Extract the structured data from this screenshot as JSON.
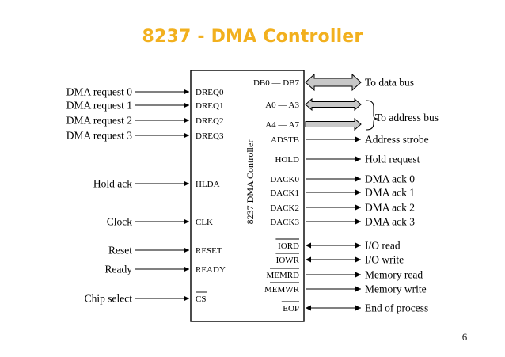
{
  "slide": {
    "title": "8237 -  DMA  Controller",
    "page_number": "6"
  },
  "chip": {
    "name": "8237 DMA Controller"
  },
  "left_signals": [
    {
      "label": "DMA request 0",
      "pin": "DREQ0",
      "overbar": false
    },
    {
      "label": "DMA request 1",
      "pin": "DREQ1",
      "overbar": false
    },
    {
      "label": "DMA request 2",
      "pin": "DREQ2",
      "overbar": false
    },
    {
      "label": "DMA request 3",
      "pin": "DREQ3",
      "overbar": false
    },
    {
      "label": "Hold ack",
      "pin": "HLDA",
      "overbar": false
    },
    {
      "label": "Clock",
      "pin": "CLK",
      "overbar": false
    },
    {
      "label": "Reset",
      "pin": "RESET",
      "overbar": false
    },
    {
      "label": "Ready",
      "pin": "READY",
      "overbar": false
    },
    {
      "label": "Chip select",
      "pin": "CS",
      "overbar": true
    }
  ],
  "right_signals": [
    {
      "pin": "DB0 — DB7",
      "label": "To data bus",
      "arrow": "bus-bidirectional",
      "overbar": false
    },
    {
      "pin": "A0 — A3",
      "label": "",
      "arrow": "bus-bidirectional",
      "overbar": false
    },
    {
      "pin": "A4 — A7",
      "label": "",
      "arrow": "bus-out",
      "overbar": false
    },
    {
      "pin": "ADSTB",
      "label": "Address strobe",
      "arrow": "out",
      "overbar": false
    },
    {
      "pin": "HOLD",
      "label": "Hold request",
      "arrow": "out",
      "overbar": false
    },
    {
      "pin": "DACK0",
      "label": "DMA ack 0",
      "arrow": "out",
      "overbar": false
    },
    {
      "pin": "DACK1",
      "label": "DMA ack 1",
      "arrow": "out",
      "overbar": false
    },
    {
      "pin": "DACK2",
      "label": "DMA ack 2",
      "arrow": "out",
      "overbar": false
    },
    {
      "pin": "DACK3",
      "label": "DMA ack 3",
      "arrow": "out",
      "overbar": false
    },
    {
      "pin": "IORD",
      "label": "I/O read",
      "arrow": "bidirectional",
      "overbar": true
    },
    {
      "pin": "IOWR",
      "label": "I/O write",
      "arrow": "bidirectional",
      "overbar": true
    },
    {
      "pin": "MEMRD",
      "label": "Memory read",
      "arrow": "out",
      "overbar": true
    },
    {
      "pin": "MEMWR",
      "label": "Memory write",
      "arrow": "out",
      "overbar": true
    },
    {
      "pin": "EOP",
      "label": "End of process",
      "arrow": "bidirectional",
      "overbar": true
    }
  ],
  "address_group_label": "To address bus",
  "colors": {
    "title": "#f2b01e",
    "bus_fill": "#c8c8c8",
    "line": "#000000"
  }
}
